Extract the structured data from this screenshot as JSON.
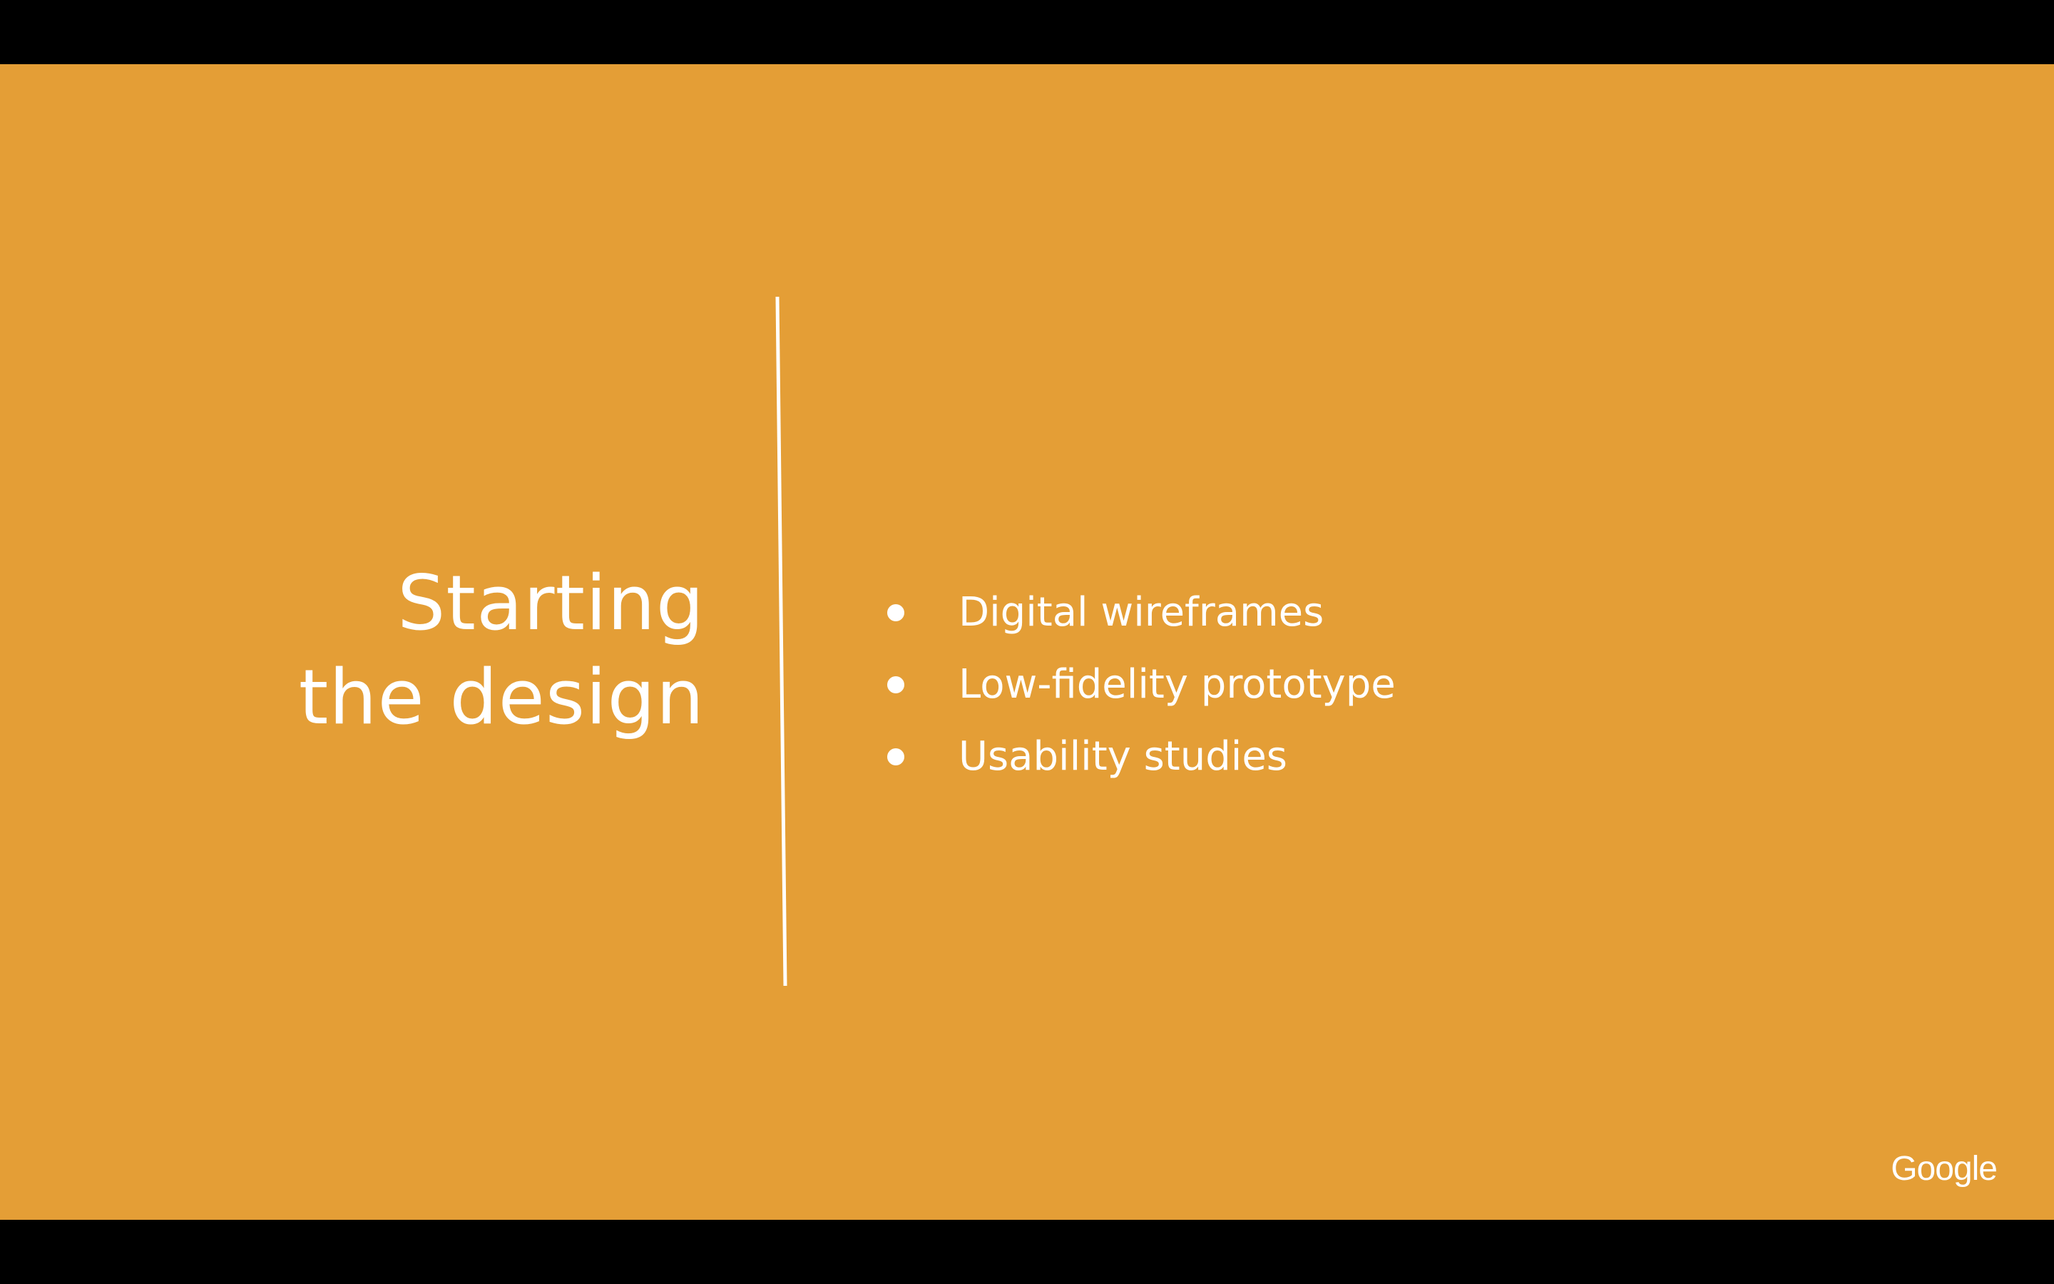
{
  "slide": {
    "background_color": "#E49E36",
    "text_color": "#FFFFFF",
    "title_lines": [
      "Starting",
      "the design"
    ],
    "bullets": [
      {
        "label": "Digital wireframes"
      },
      {
        "label": "Low-fidelity prototype"
      },
      {
        "label": "Usability studies"
      }
    ],
    "logo_text": "Google"
  },
  "letterbox_color": "#000000"
}
